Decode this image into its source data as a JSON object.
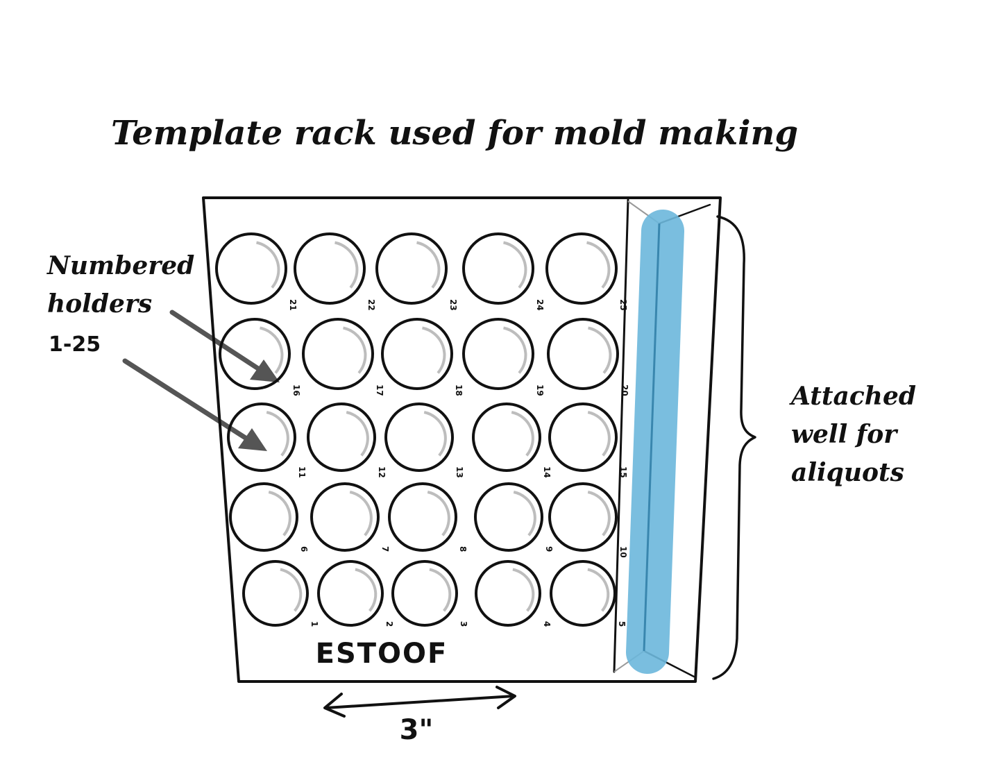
{
  "title": "Template rack used for mold making",
  "callout_left": {
    "lines": [
      "Numbered",
      "holders",
      "1-25"
    ]
  },
  "callout_right": {
    "lines": [
      "Attached",
      "well for",
      "aliquots"
    ]
  },
  "rack": {
    "brand_label": "ESTOOF",
    "holders": [
      [
        "21",
        "22",
        "23",
        "24",
        "25"
      ],
      [
        "16",
        "17",
        "18",
        "19",
        "20"
      ],
      [
        "11",
        "12",
        "13",
        "14",
        "15"
      ],
      [
        "6",
        "7",
        "8",
        "9",
        "10"
      ],
      [
        "1",
        "2",
        "3",
        "4",
        "5"
      ]
    ]
  },
  "dimension": {
    "label": "3\""
  },
  "colors": {
    "ink": "#111111",
    "arrow": "#555555",
    "well_highlight": "#6cb8dc",
    "shadow": "#bdbdbd"
  }
}
